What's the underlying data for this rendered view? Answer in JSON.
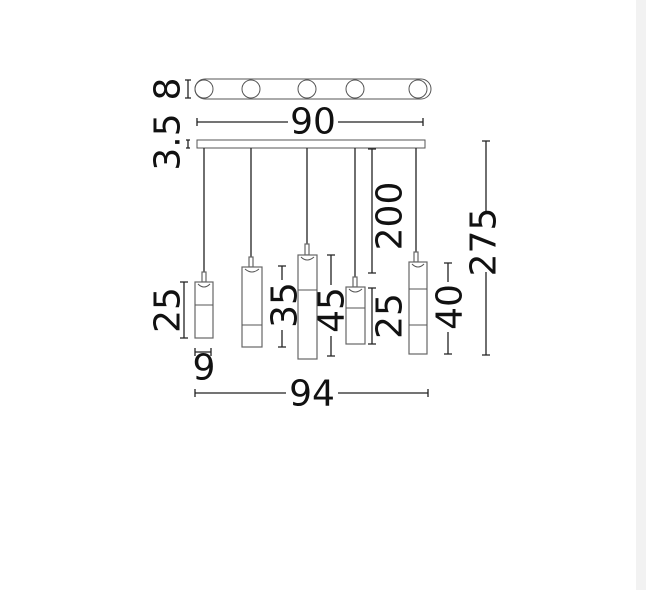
{
  "diagram": {
    "title": "Pendant lamp dimensions",
    "dimensions": {
      "top_view_depth": "8",
      "canopy_length": "90",
      "canopy_height": "3.5",
      "cable_length": "200",
      "total_height": "275",
      "lamp1_height": "25",
      "lamp_diameter": "9",
      "lamp2_height": "35",
      "lamp3_height": "45",
      "lamp4_height": "25",
      "lamp5_height": "40",
      "total_width": "94"
    }
  }
}
